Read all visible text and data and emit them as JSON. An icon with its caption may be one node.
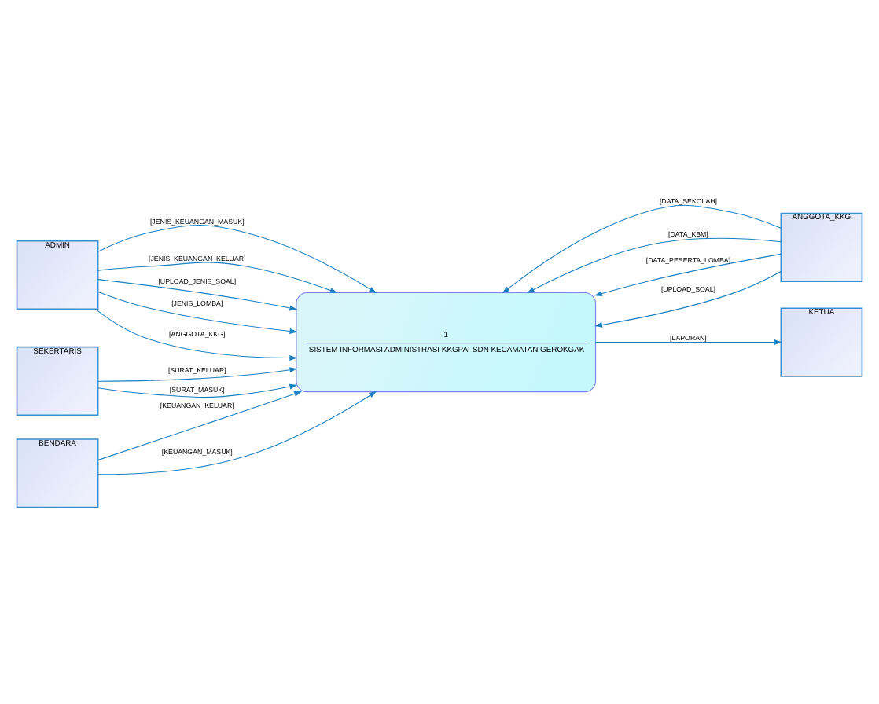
{
  "diagram": {
    "nodes": [
      {
        "text": [
          "ADMIN"
        ]
      },
      {
        "text": [
          "ANGGOTA_KKG"
        ]
      },
      {
        "text": [
          "1",
          "SISTEM INFORMASI ADMINISTRASI KKGPAI-SDN KECAMATAN GEROKGAK"
        ]
      },
      {
        "text": [
          "SEKERTARIS"
        ]
      },
      {
        "text": [
          "BENDARA"
        ]
      },
      {
        "text": [
          "KETUA"
        ]
      }
    ],
    "edges": [
      {
        "from": 0,
        "to": 2,
        "arrow": "to",
        "label": "[JENIS_KEUANGAN_MASUK]"
      },
      {
        "from": 0,
        "to": 2,
        "arrow": "to",
        "label": "[JENIS_KEUANGAN_KELUAR]"
      },
      {
        "from": 0,
        "to": 2,
        "arrow": "to",
        "label": "[UPLOAD_JENIS_SOAL]"
      },
      {
        "from": 1,
        "to": 2,
        "arrow": "to",
        "label": "[DATA_SEKOLAH]"
      },
      {
        "from": 1,
        "to": 2,
        "arrow": "to",
        "label": "[DATA_KBM]"
      },
      {
        "from": 0,
        "to": 2,
        "arrow": "to",
        "label": "[JENIS_LOMBA]"
      },
      {
        "from": 0,
        "to": 2,
        "arrow": "to",
        "label": "[ANGGOTA_KKG]"
      },
      {
        "from": 1,
        "to": 2,
        "arrow": "to",
        "label": "[DATA_PESERTA_LOMBA]"
      },
      {
        "from": 1,
        "to": 2,
        "arrow": "to",
        "label": "[UPLOAD_SOAL]"
      },
      {
        "from": 3,
        "to": 2,
        "arrow": "to",
        "label": "[SURAT_KELUAR]"
      },
      {
        "from": 3,
        "to": 2,
        "arrow": "to",
        "label": "[SURAT_MASUK]"
      },
      {
        "from": 4,
        "to": 2,
        "arrow": "to",
        "label": "[KEUANGAN_KELUAR]"
      },
      {
        "from": 4,
        "to": 2,
        "arrow": "to",
        "label": "[KEUANGAN_MASUK]"
      },
      {
        "from": 2,
        "to": 5,
        "arrow": "to",
        "label": "[LAPORAN]"
      }
    ]
  }
}
